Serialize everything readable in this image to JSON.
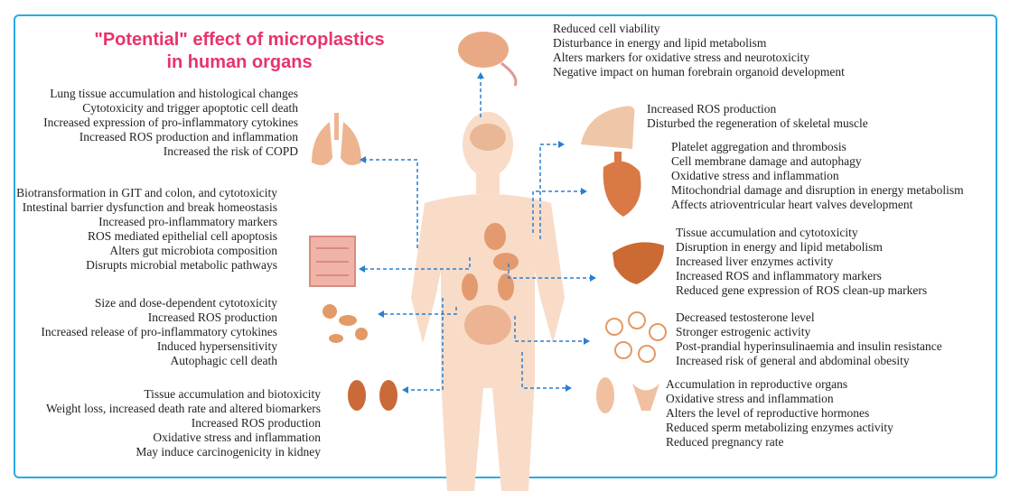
{
  "title": {
    "line1": "\"Potential\" effect of microplastics",
    "line2": "in human organs"
  },
  "colors": {
    "title": "#e8336b",
    "frame": "#29a9e8",
    "arrow": "#2a7fd0",
    "organ": "#e08a5a",
    "body": "#f8dcc8"
  },
  "organs": {
    "brain": {
      "effects": [
        "Reduced cell viability",
        "Disturbance in energy and lipid metabolism",
        "Alters markers for oxidative stress and neurotoxicity",
        "Negative impact on human forebrain organoid development"
      ]
    },
    "lung": {
      "effects": [
        "Lung tissue  accumulation and histological changes",
        "Cytotoxicity and trigger apoptotic cell death",
        "Increased expression of pro-inflammatory cytokines",
        "Increased ROS production and inflammation",
        "Increased the risk of COPD"
      ]
    },
    "muscle": {
      "effects": [
        "Increased ROS production",
        "Disturbed the regeneration of skeletal muscle"
      ]
    },
    "heart": {
      "effects": [
        "Platelet aggregation and thrombosis",
        "Cell membrane damage and autophagy",
        "Oxidative stress and inflammation",
        "Mitochondrial damage and disruption in energy metabolism",
        "Affects atrioventricular heart valves development"
      ]
    },
    "gut": {
      "effects": [
        "Biotransformation in GIT and colon, and cytotoxicity",
        "Intestinal barrier dysfunction and break homeostasis",
        "Increased pro-inflammatory markers",
        "ROS mediated epithelial cell apoptosis",
        "Alters gut microbiota composition",
        "Disrupts microbial metabolic pathways"
      ]
    },
    "liver": {
      "effects": [
        "Tissue accumulation and cytotoxicity",
        "Disruption in energy and lipid metabolism",
        "Increased liver enzymes activity",
        "Increased ROS and inflammatory markers",
        "Reduced gene expression  of ROS clean-up markers"
      ]
    },
    "cells": {
      "effects": [
        "Size and dose-dependent cytotoxicity",
        "Increased ROS production",
        "Increased release of pro-inflammatory cytokines",
        "Induced hypersensitivity",
        "Autophagic cell death"
      ]
    },
    "endocrine": {
      "effects": [
        "Decreased testosterone level",
        "Stronger estrogenic activity",
        "Post-prandial hyperinsulinaemia and insulin resistance",
        "Increased risk of general and abdominal obesity"
      ]
    },
    "kidney": {
      "effects": [
        "Tissue accumulation and biotoxicity",
        "Weight loss, increased death rate and altered biomarkers",
        "Increased ROS production",
        "Oxidative stress and inflammation",
        "May induce carcinogenicity in kidney"
      ]
    },
    "reproductive": {
      "effects": [
        "Accumulation in reproductive organs",
        "Oxidative stress and inflammation",
        "Alters the level of reproductive hormones",
        "Reduced sperm metabolizing enzymes activity",
        "Reduced pregnancy rate"
      ]
    }
  }
}
